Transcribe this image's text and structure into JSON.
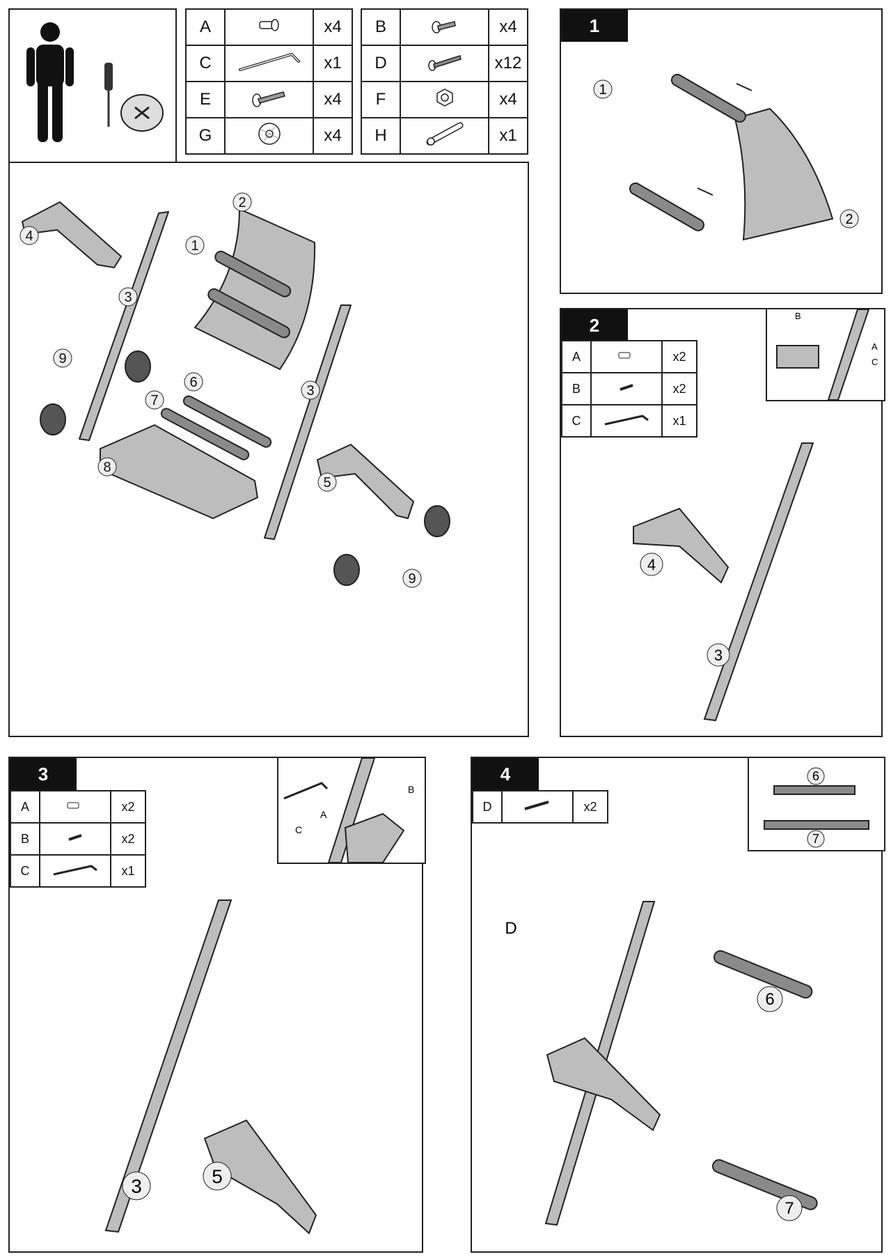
{
  "hardware_table": [
    {
      "letter": "A",
      "icon": "sleeve-nut-icon",
      "qty": "x4"
    },
    {
      "letter": "B",
      "icon": "short-bolt-icon",
      "qty": "x4"
    },
    {
      "letter": "C",
      "icon": "allen-key-icon",
      "qty": "x1"
    },
    {
      "letter": "D",
      "icon": "long-bolt-icon",
      "qty": "x12"
    },
    {
      "letter": "E",
      "icon": "bolt-icon",
      "qty": "x4"
    },
    {
      "letter": "F",
      "icon": "hex-nut-icon",
      "qty": "x4"
    },
    {
      "letter": "G",
      "icon": "washer-icon",
      "qty": "x4"
    },
    {
      "letter": "H",
      "icon": "spanner-icon",
      "qty": "x1"
    }
  ],
  "overview": {
    "parts": [
      "1",
      "2",
      "3",
      "4",
      "5",
      "6",
      "7",
      "8",
      "9"
    ]
  },
  "step1": {
    "number": "1",
    "labels": {
      "rods": "1",
      "seat": "2"
    }
  },
  "step2": {
    "number": "2",
    "parts": [
      {
        "letter": "A",
        "icon": "sleeve-nut-icon",
        "qty": "x2"
      },
      {
        "letter": "B",
        "icon": "short-bolt-icon",
        "qty": "x2"
      },
      {
        "letter": "C",
        "icon": "allen-key-icon",
        "qty": "x1"
      }
    ],
    "inset_labels": {
      "b": "B",
      "a": "A",
      "c": "C"
    },
    "labels": {
      "bracket": "4",
      "leg": "3"
    }
  },
  "step3": {
    "number": "3",
    "parts": [
      {
        "letter": "A",
        "icon": "sleeve-nut-icon",
        "qty": "x2"
      },
      {
        "letter": "B",
        "icon": "short-bolt-icon",
        "qty": "x2"
      },
      {
        "letter": "C",
        "icon": "allen-key-icon",
        "qty": "x1"
      }
    ],
    "inset_labels": {
      "c": "C",
      "a": "A",
      "b": "B"
    },
    "labels": {
      "leg": "3",
      "bracket": "5"
    }
  },
  "step4": {
    "number": "4",
    "parts": [
      {
        "letter": "D",
        "icon": "long-bolt-icon",
        "qty": "x2"
      }
    ],
    "inset_labels": {
      "rod6": "6",
      "rod7": "7"
    },
    "labels": {
      "bolts": "D",
      "rod6": "6",
      "rod7": "7"
    }
  },
  "colors": {
    "part_fill": "#bdbdbd",
    "rod_fill": "#8a8a8a",
    "outline": "#222222",
    "badge_bg": "#111111"
  }
}
